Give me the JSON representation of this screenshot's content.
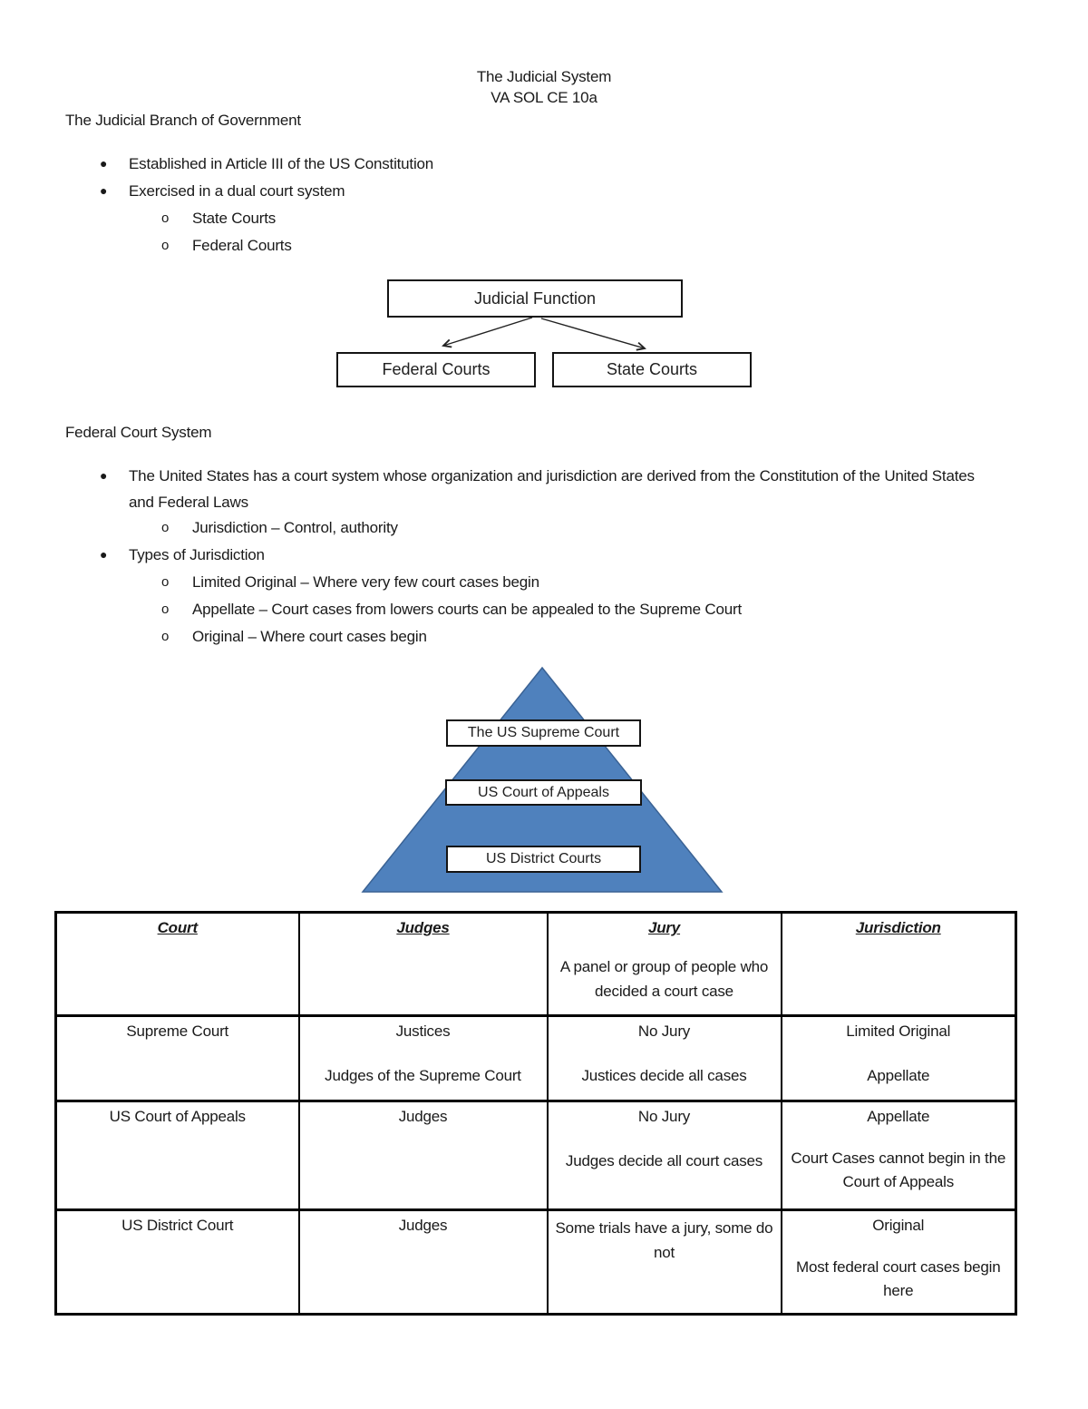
{
  "doc": {
    "title_line1": "The Judicial System",
    "title_line2": "VA SOL CE 10a"
  },
  "glyphs": {
    "bullet": "●",
    "sub_bullet": "o"
  },
  "section1": {
    "heading": "The Judicial Branch of Government",
    "bullet1": "Established in Article III of the US Constitution",
    "bullet2": "Exercised in a dual court system",
    "sub1": "State Courts",
    "sub2": "Federal Courts"
  },
  "diagram1": {
    "root": "Judicial Function",
    "left_child": "Federal Courts",
    "right_child": "State Courts"
  },
  "section2": {
    "heading": "Federal Court System",
    "bullet1": "The United States has a court system whose organization and jurisdiction are derived from the Constitution of the United States and Federal Laws",
    "sub1": "Jurisdiction – Control, authority",
    "bullet2": "Types of Jurisdiction",
    "sub2": "Limited Original – Where very few court cases begin",
    "sub3": "Appellate – Court cases from lowers courts can be appealed to the Supreme Court",
    "sub4": "Original – Where court cases begin"
  },
  "pyramid": {
    "fill_color": "#4F81BD",
    "border_color": "#3A6294",
    "level1": "The US Supreme Court",
    "level2": "US Court of Appeals",
    "level3": "US District Courts"
  },
  "table": {
    "headers": {
      "col1": "Court",
      "col2": "Judges",
      "col3": "Jury",
      "col4": "Jurisdiction"
    },
    "jury_note": "A panel or group of people who decided a court case",
    "rows": [
      {
        "court": "Supreme Court",
        "judges1": "Justices",
        "judges2": "Judges of the Supreme Court",
        "jury1": "No Jury",
        "jury2": "Justices decide all cases",
        "juris1": "Limited Original",
        "juris2": "Appellate"
      },
      {
        "court": "US Court of Appeals",
        "judges1": "Judges",
        "jury1": "No Jury",
        "jury2": "Judges decide all court cases",
        "juris1": "Appellate",
        "juris2": "Court Cases cannot begin in the Court of Appeals"
      },
      {
        "court": "US District Court",
        "judges1": "Judges",
        "jury1": "Some trials have a jury, some do not",
        "juris1": "Original",
        "juris2": "Most federal court cases begin here"
      }
    ]
  }
}
